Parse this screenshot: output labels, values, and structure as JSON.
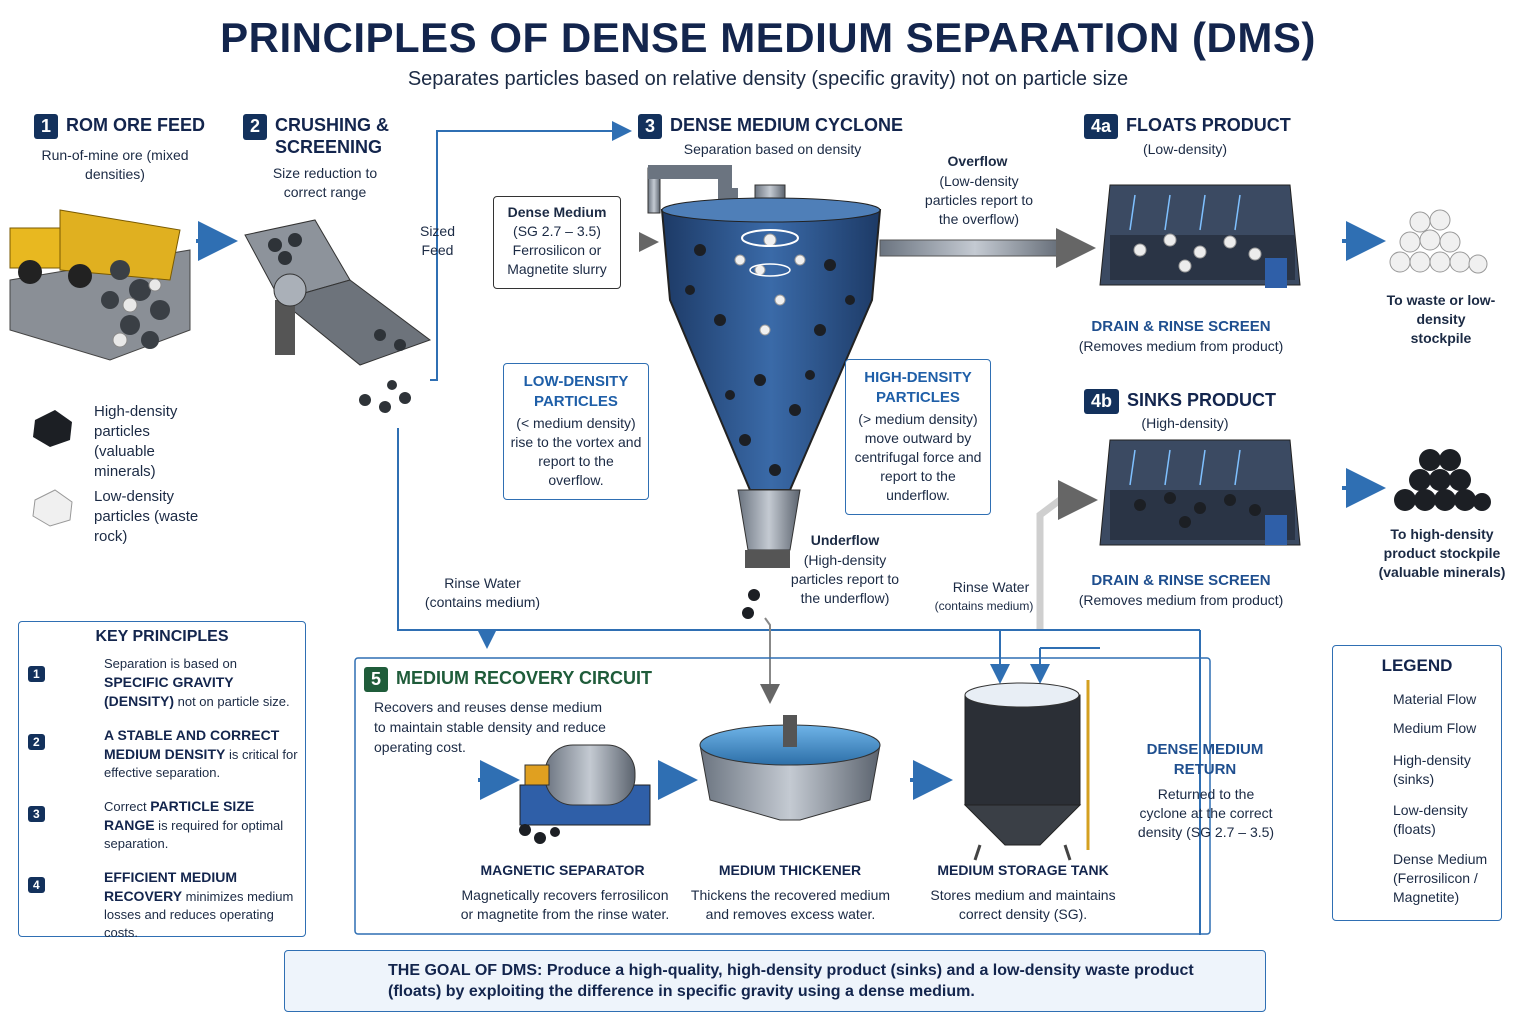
{
  "title": "PRINCIPLES OF DENSE MEDIUM SEPARATION (DMS)",
  "subtitle": "Separates particles based on relative density (specific gravity) not on particle size",
  "steps": {
    "s1": {
      "num": "1",
      "title": "ROM ORE FEED",
      "desc": "Run-of-mine ore (mixed densities)"
    },
    "s2": {
      "num": "2",
      "title": "CRUSHING & SCREENING",
      "desc": "Size reduction to correct range"
    },
    "s3": {
      "num": "3",
      "title": "DENSE MEDIUM CYCLONE",
      "desc": "Separation based on density"
    },
    "s4a": {
      "num": "4a",
      "title": "FLOATS PRODUCT",
      "desc": "(Low-density)"
    },
    "s4b": {
      "num": "4b",
      "title": "SINKS PRODUCT",
      "desc": "(High-density)"
    },
    "s5": {
      "num": "5",
      "title": "MEDIUM RECOVERY CIRCUIT",
      "desc": "Recovers and reuses dense medium to maintain stable density and reduce operating cost."
    }
  },
  "particles": {
    "high": "High-density particles (valuable minerals)",
    "low": "Low-density particles (waste rock)"
  },
  "labels": {
    "sized_feed": "Sized Feed",
    "overflow_title": "Overflow",
    "overflow_text": "(Low-density particles report to the overflow)",
    "underflow_title": "Underflow",
    "underflow_text": "(High-density particles report to the underflow)",
    "rinse_left_title": "Rinse Water",
    "rinse_left_text": "(contains medium)",
    "rinse_right_title": "Rinse Water",
    "rinse_right_text": "(contains medium)",
    "drain1_title": "DRAIN & RINSE SCREEN",
    "drain1_text": "(Removes medium from product)",
    "drain2_title": "DRAIN & RINSE SCREEN",
    "drain2_text": "(Removes medium from product)",
    "waste": "To waste or low-density stockpile",
    "product": "To high-density product stockpile (valuable minerals)"
  },
  "dense_medium_box": {
    "title": "Dense Medium",
    "text": "(SG 2.7 – 3.5) Ferrosilicon or Magnetite slurry"
  },
  "low_density_box": {
    "title": "LOW-DENSITY PARTICLES",
    "text": "(< medium density) rise to the vortex and report to the overflow."
  },
  "high_density_box": {
    "title": "HIGH-DENSITY PARTICLES",
    "text": "(> medium density) move outward by centrifugal force and report to the underflow."
  },
  "recovery": {
    "mag_title": "MAGNETIC SEPARATOR",
    "mag_text": "Magnetically recovers ferrosilicon or magnetite from the rinse water.",
    "thick_title": "MEDIUM THICKENER",
    "thick_text": "Thickens the recovered medium and removes excess water.",
    "tank_title": "MEDIUM STORAGE TANK",
    "tank_text": "Stores medium and maintains correct density (SG).",
    "return_title": "DENSE MEDIUM RETURN",
    "return_text": "Returned to the cyclone at the correct density (SG 2.7 – 3.5)"
  },
  "principles": {
    "heading": "KEY PRINCIPLES",
    "items": [
      {
        "num": "1",
        "pre": "Separation is based on ",
        "bold": "SPECIFIC GRAVITY (DENSITY)",
        "post": " not on particle size."
      },
      {
        "num": "2",
        "pre": "",
        "bold": "A STABLE AND CORRECT MEDIUM DENSITY",
        "post": " is critical for effective separation."
      },
      {
        "num": "3",
        "pre": "Correct ",
        "bold": "PARTICLE SIZE RANGE",
        "post": " is required for optimal separation."
      },
      {
        "num": "4",
        "pre": "",
        "bold": "EFFICIENT MEDIUM RECOVERY",
        "post": " minimizes medium losses and reduces operating costs."
      }
    ]
  },
  "legend": {
    "heading": "LEGEND",
    "material": "Material Flow",
    "medium": "Medium Flow",
    "sinks": "High-density (sinks)",
    "floats": "Low-density (floats)",
    "dense": "Dense Medium (Ferrosilicon / Magnetite)"
  },
  "goal": {
    "label": "THE GOAL OF DMS:",
    "text": "Produce a high-quality, high-density product (sinks) and a low-density waste product (floats) by exploiting the difference in specific gravity using a dense medium."
  },
  "colors": {
    "navy": "#13254d",
    "flow_blue": "#2f6fb3",
    "medium_blue": "#4aa3df",
    "green": "#1f5c3a"
  }
}
